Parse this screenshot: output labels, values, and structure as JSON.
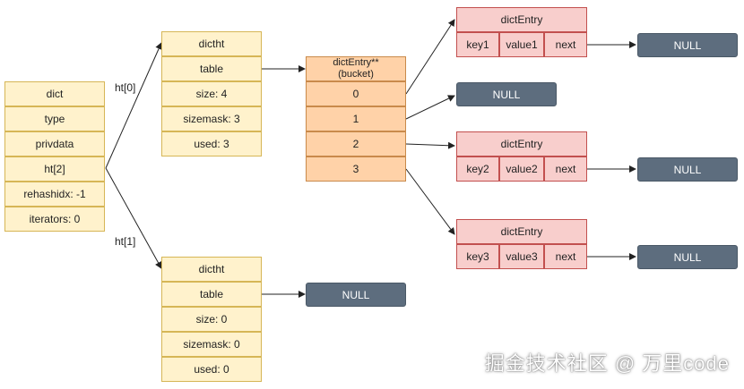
{
  "dict": {
    "fields": [
      "dict",
      "type",
      "privdata",
      "ht[2]",
      "rehashidx: -1",
      "iterators: 0"
    ]
  },
  "edge_labels": {
    "ht0": "ht[0]",
    "ht1": "ht[1]"
  },
  "ht0": {
    "fields": [
      "dictht",
      "table",
      "size: 4",
      "sizemask: 3",
      "used: 3"
    ]
  },
  "ht1": {
    "fields": [
      "dictht",
      "table",
      "size: 0",
      "sizemask: 0",
      "used: 0"
    ]
  },
  "buckets": {
    "header_line1": "dictEntry**",
    "header_line2": "(bucket)",
    "items": [
      "0",
      "1",
      "2",
      "3"
    ]
  },
  "null_label": "NULL",
  "entries": [
    {
      "title": "dictEntry",
      "key": "key1",
      "value": "value1",
      "next": "next"
    },
    {
      "title": "dictEntry",
      "key": "key2",
      "value": "value2",
      "next": "next"
    },
    {
      "title": "dictEntry",
      "key": "key3",
      "value": "value3",
      "next": "next"
    }
  ],
  "watermark": "掘金技术社区 @ 万里code",
  "colors": {
    "yellow_fill": "#fff2cc",
    "orange_fill": "#ffd2a8",
    "pink_fill": "#f8cecc",
    "null_fill": "#5d6d7e"
  }
}
